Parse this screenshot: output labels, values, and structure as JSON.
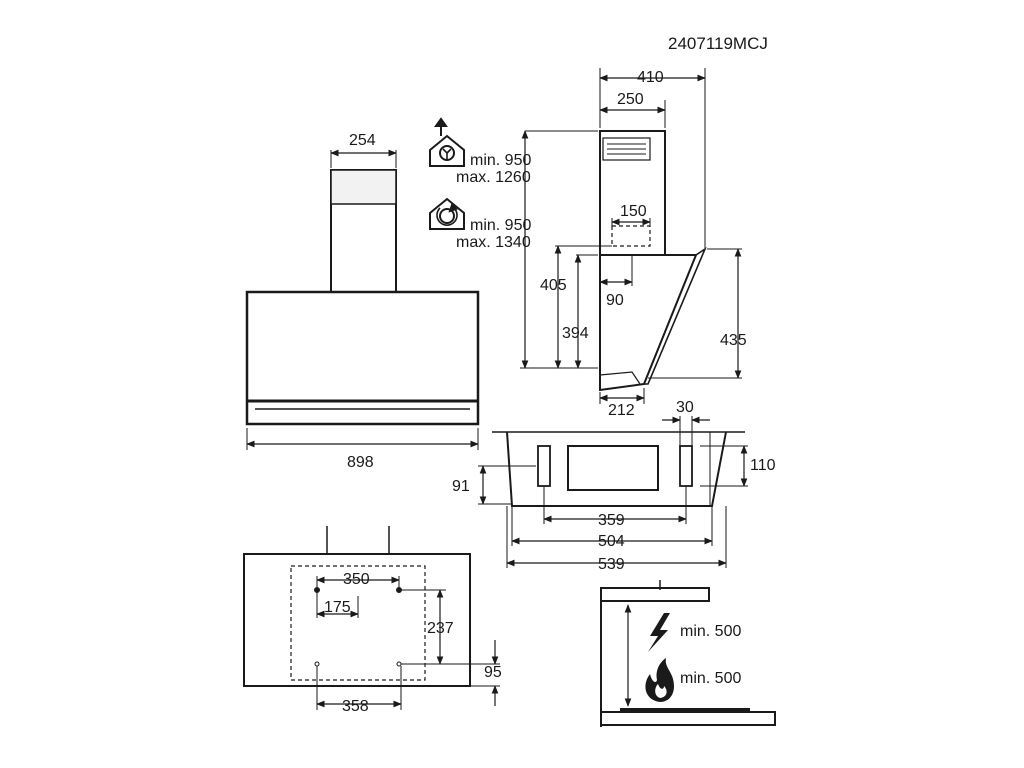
{
  "drawing": {
    "code": "2407119MCJ",
    "front_view": {
      "chimney_width": "254",
      "overall_width": "898"
    },
    "height_range": {
      "extraction": {
        "min": "min. 950",
        "max": "max. 1260",
        "icon": "house-extraction-fan-icon"
      },
      "recirculation": {
        "min": "min. 950",
        "max": "max. 1340",
        "icon": "house-recirculation-icon"
      }
    },
    "side_view": {
      "depth_total": "410",
      "chimney_depth": "250",
      "outlet_width": "150",
      "outlet_offset": "90",
      "height_405": "405",
      "height_394": "394",
      "height_435": "435",
      "bottom_depth": "212",
      "edge_30": "30"
    },
    "top_view": {
      "dim_110": "110",
      "dim_91": "91",
      "dim_359": "359",
      "dim_504": "504",
      "dim_539": "539"
    },
    "mounting_view": {
      "dim_350": "350",
      "dim_175": "175",
      "dim_237": "237",
      "dim_95": "95",
      "dim_358": "358"
    },
    "clearance": {
      "electric": "min. 500",
      "gas": "min. 500",
      "electric_icon": "lightning-icon",
      "gas_icon": "flame-icon"
    }
  }
}
